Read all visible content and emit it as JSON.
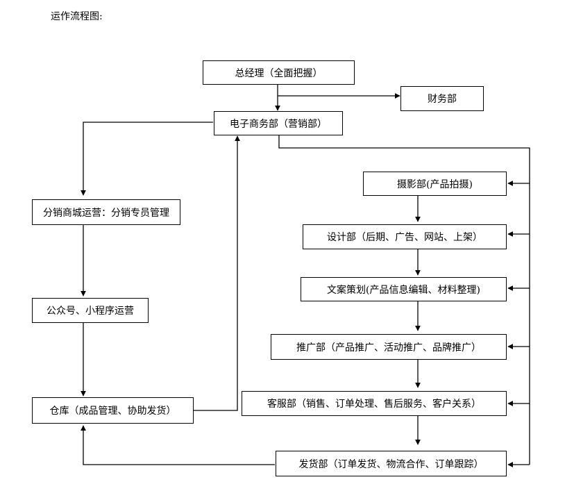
{
  "title": "运作流程图:",
  "nodes": {
    "gm": "总经理（全面把握）",
    "finance": "财务部",
    "ecommerce": "电子商务部（营销部）",
    "distribution": "分销商城运营：分销专员管理",
    "wechat": "公众号、小程序运营",
    "warehouse": "仓库（成品管理、协助发货）",
    "photo": "摄影部(产品拍摄)",
    "design": "设计部（后期、广告、网站、上架）",
    "copywriting": "文案策划(产品信息编辑、材料整理)",
    "promotion": "推广部（产品推广、活动推广、品牌推广）",
    "service": "客服部（销售、订单处理、售后服务、客户关系）",
    "shipping": "发货部（订单发货、物流合作、订单跟踪）"
  }
}
